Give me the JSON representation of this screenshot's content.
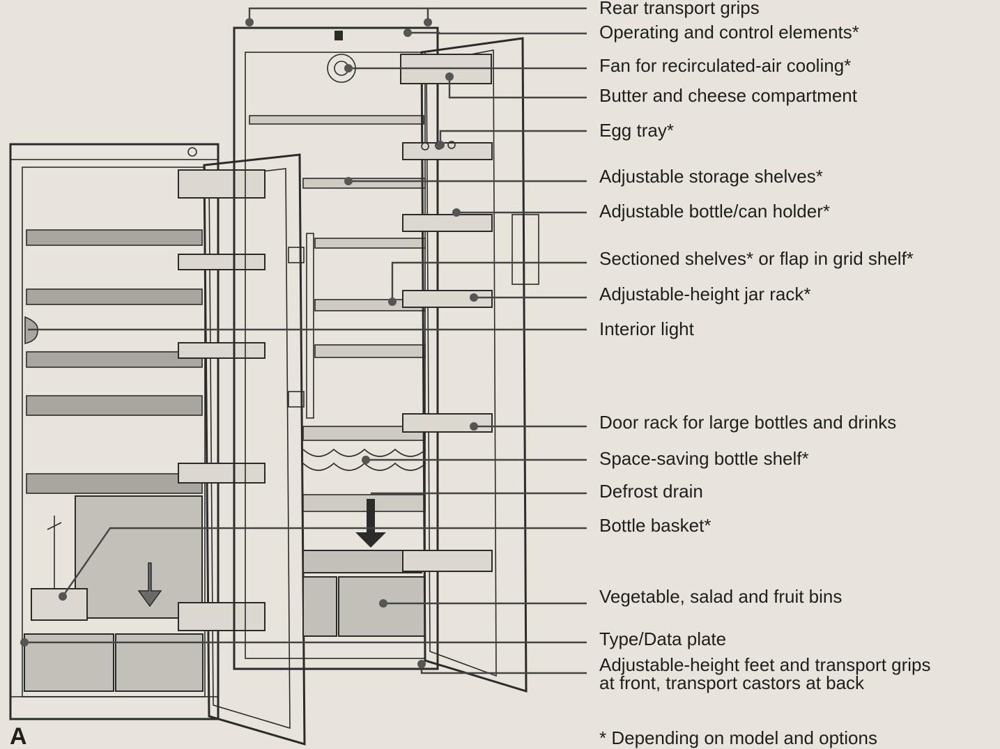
{
  "figure_letter": "A",
  "labels": [
    {
      "text": "Rear transport grips"
    },
    {
      "text": "Operating and control elements*"
    },
    {
      "text": "Fan for recirculated-air cooling*"
    },
    {
      "text": "Butter and cheese compartment"
    },
    {
      "text": "Egg tray*"
    },
    {
      "text": "Adjustable storage shelves*"
    },
    {
      "text": "Adjustable bottle/can holder*"
    },
    {
      "text": "Sectioned shelves* or flap in grid shelf*"
    },
    {
      "text": "Adjustable-height jar rack*"
    },
    {
      "text": "Interior light"
    },
    {
      "text": "Door rack for large bottles and drinks"
    },
    {
      "text": "Space-saving bottle shelf*"
    },
    {
      "text": "Defrost drain"
    },
    {
      "text": "Bottle basket*"
    },
    {
      "text": "Vegetable, salad and fruit bins"
    },
    {
      "text": "Type/Data plate"
    },
    {
      "text": "Adjustable-height feet and transport grips",
      "text2": "at front, transport castors at back"
    }
  ],
  "footnote": "* Depending on model and options"
}
